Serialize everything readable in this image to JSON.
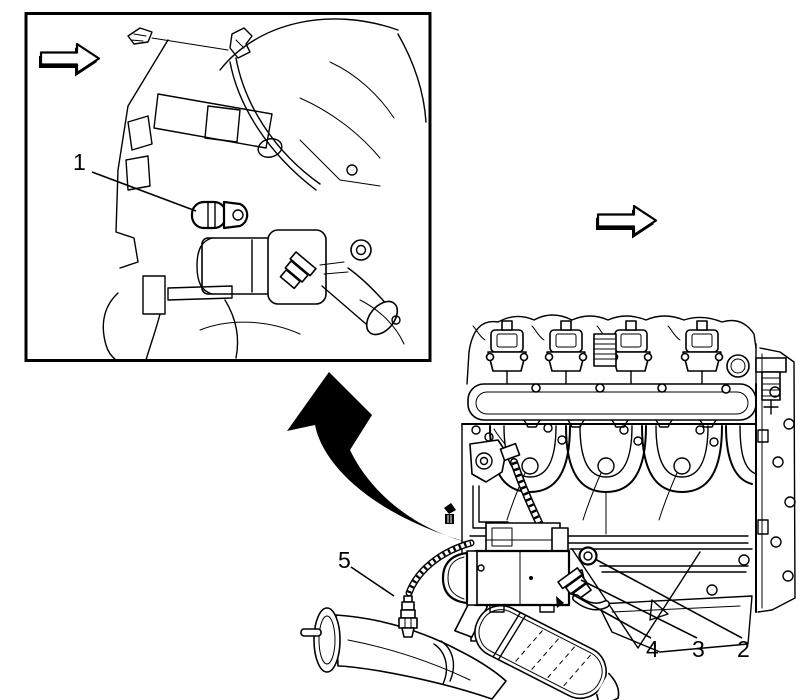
{
  "figure": {
    "background_color": "#ffffff",
    "line_color": "#000000",
    "inset": {
      "callouts": [
        {
          "label": "1"
        }
      ],
      "icons": [
        {
          "name": "direction-arrow-icon"
        }
      ]
    },
    "main": {
      "callouts": [
        {
          "label": "2"
        },
        {
          "label": "3"
        },
        {
          "label": "4"
        },
        {
          "label": "5"
        }
      ],
      "icons": [
        {
          "name": "direction-arrow-icon"
        },
        {
          "name": "detail-zoom-arrow-icon"
        }
      ]
    }
  }
}
